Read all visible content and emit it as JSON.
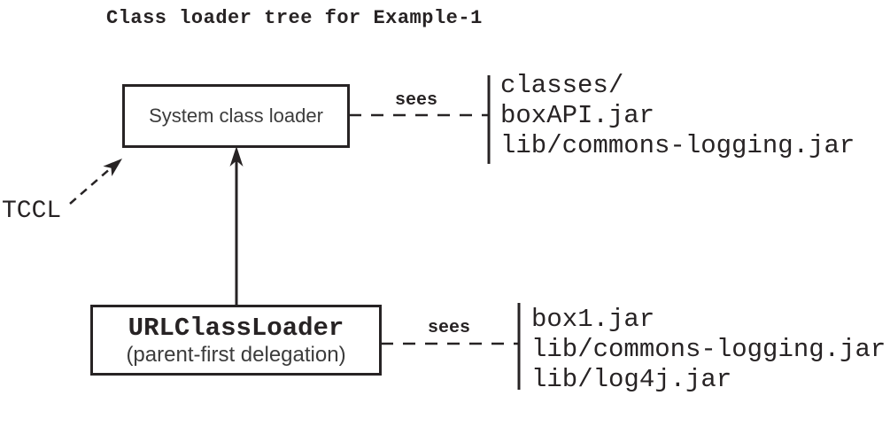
{
  "diagram": {
    "title": "Class loader tree for Example-1",
    "tccl_label": "TCCL",
    "system_box": {
      "label": "System class loader"
    },
    "url_box": {
      "label": "URLClassLoader",
      "sublabel": "(parent-first delegation)"
    },
    "connectors": {
      "system_sees_label": "sees",
      "url_sees_label": "sees"
    },
    "system_classpath": [
      "classes/",
      "boxAPI.jar",
      "lib/commons-logging.jar"
    ],
    "url_classpath": [
      "box1.jar",
      "lib/commons-logging.jar",
      "lib/log4j.jar"
    ],
    "colors": {
      "line": "#272324",
      "mono_text": "#272324",
      "sans_text": "#3c3c3c",
      "background": "#ffffff"
    }
  }
}
